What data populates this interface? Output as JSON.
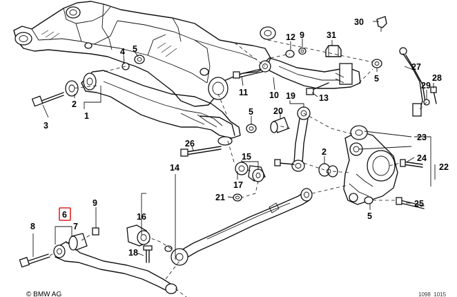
{
  "diagram": {
    "copyright": "© BMW AG",
    "doc_id": "1098_1015",
    "highlight": {
      "label": "6",
      "color": "#dd2222"
    },
    "labels": [
      {
        "id": "30",
        "text": "30"
      },
      {
        "id": "12",
        "text": "12"
      },
      {
        "id": "9a",
        "text": "9"
      },
      {
        "id": "31",
        "text": "31"
      },
      {
        "id": "4",
        "text": "4"
      },
      {
        "id": "5a",
        "text": "5"
      },
      {
        "id": "27",
        "text": "27"
      },
      {
        "id": "11",
        "text": "11"
      },
      {
        "id": "10",
        "text": "10"
      },
      {
        "id": "13",
        "text": "13"
      },
      {
        "id": "5b",
        "text": "5"
      },
      {
        "id": "28",
        "text": "28"
      },
      {
        "id": "29",
        "text": "29"
      },
      {
        "id": "19",
        "text": "19"
      },
      {
        "id": "2a",
        "text": "2"
      },
      {
        "id": "1",
        "text": "1"
      },
      {
        "id": "20",
        "text": "20"
      },
      {
        "id": "5c",
        "text": "5"
      },
      {
        "id": "3",
        "text": "3"
      },
      {
        "id": "23",
        "text": "23"
      },
      {
        "id": "26",
        "text": "26"
      },
      {
        "id": "24",
        "text": "24"
      },
      {
        "id": "22",
        "text": "22"
      },
      {
        "id": "15",
        "text": "15"
      },
      {
        "id": "2b",
        "text": "2"
      },
      {
        "id": "14",
        "text": "14"
      },
      {
        "id": "17",
        "text": "17"
      },
      {
        "id": "21",
        "text": "21"
      },
      {
        "id": "25",
        "text": "25"
      },
      {
        "id": "9b",
        "text": "9"
      },
      {
        "id": "16",
        "text": "16"
      },
      {
        "id": "5d",
        "text": "5"
      },
      {
        "id": "6",
        "text": "6"
      },
      {
        "id": "8",
        "text": "8"
      },
      {
        "id": "7",
        "text": "7"
      },
      {
        "id": "18",
        "text": "18"
      }
    ]
  }
}
